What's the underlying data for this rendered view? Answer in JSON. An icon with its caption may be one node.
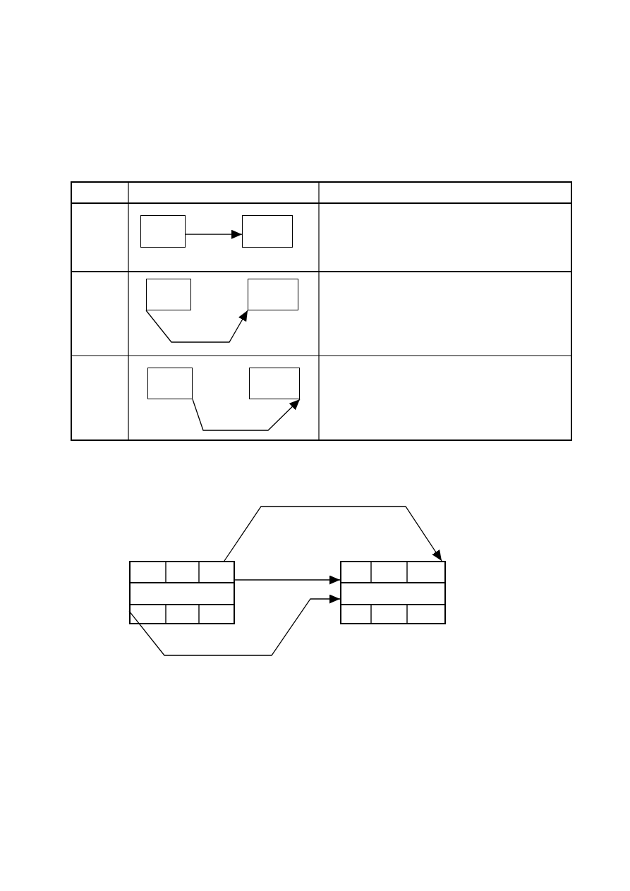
{
  "diagram": {
    "nodes": [
      {
        "text": [],
        "shape": "box"
      },
      {
        "text": [],
        "shape": "box"
      },
      {
        "text": [],
        "shape": "box"
      },
      {
        "text": [],
        "shape": "box"
      },
      {
        "text": [],
        "shape": "box"
      },
      {
        "text": [],
        "shape": "box"
      },
      {
        "text": [],
        "shape": "box"
      },
      {
        "text": [],
        "shape": "box"
      }
    ],
    "edges": [
      {
        "from": 0,
        "to": 1,
        "arrow": "to"
      },
      {
        "from": 2,
        "to": 3,
        "arrow": "to"
      },
      {
        "from": 4,
        "to": 5,
        "arrow": "to"
      },
      {
        "from": 6,
        "to": 7,
        "arrow": "to"
      },
      {
        "from": 6,
        "to": 7,
        "arrow": "to"
      },
      {
        "from": 6,
        "to": 7,
        "arrow": "to"
      }
    ]
  }
}
